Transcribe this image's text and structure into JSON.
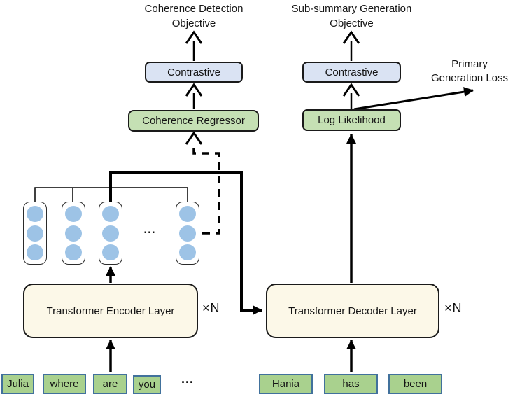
{
  "objectives": {
    "coherence_detection": "Coherence Detection Objective",
    "subsummary_generation": "Sub-summary Generation Objective"
  },
  "boxes": {
    "contrastive_left": "Contrastive",
    "contrastive_right": "Contrastive",
    "coherence_regressor": "Coherence Regressor",
    "log_likelihood": "Log Likelihood",
    "encoder": "Transformer Encoder Layer",
    "decoder": "Transformer Decoder Layer"
  },
  "labels": {
    "primary_generation_loss": "Primary Generation Loss",
    "encoder_repeat": "×N",
    "decoder_repeat": "×N",
    "embedding_ellipsis": "...",
    "token_ellipsis": "..."
  },
  "encoder_tokens": [
    "Julia",
    "where",
    "are",
    "you"
  ],
  "decoder_tokens": [
    "Hania",
    "has",
    "been"
  ],
  "colors": {
    "contrastive_fill": "#dae3f3",
    "green_box_fill": "#c5e0b4",
    "token_fill": "#a9d18e",
    "token_border": "#41719c",
    "layer_fill": "#fcf8e8",
    "embedding_circle": "#9dc3e6",
    "line": "#000000",
    "background": "#ffffff"
  }
}
